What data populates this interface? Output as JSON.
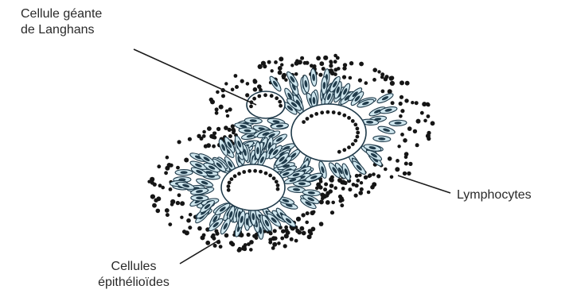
{
  "labels": {
    "giant_cell": [
      "Cellule géante",
      "de Langhans"
    ],
    "lymphocytes": "Lymphocytes",
    "epithelioid": [
      "Cellules",
      "épithélioïdes"
    ]
  },
  "colors": {
    "cell_outline": "#1f3a4a",
    "cell_fill": "#cfe6ee",
    "nucleus": "#151515",
    "giant_cell_fill": "#ffffff",
    "background": "#ffffff"
  }
}
